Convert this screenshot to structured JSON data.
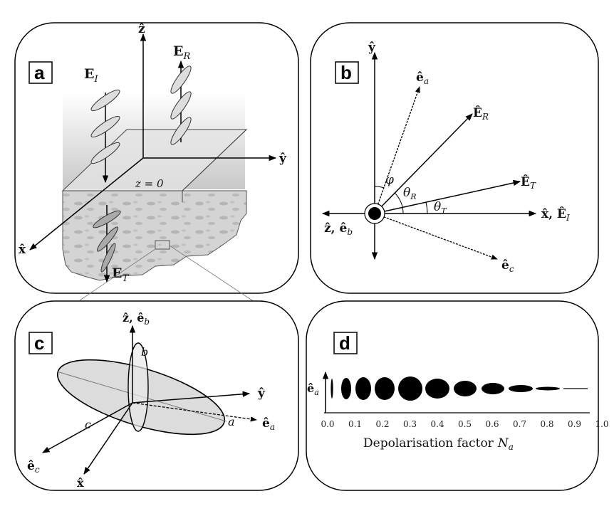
{
  "panels": {
    "a": {
      "label": "a",
      "z_axis": "ẑ",
      "y_axis": "ŷ",
      "x_axis": "x̂",
      "incident_field": "E",
      "incident_sub": "I",
      "reflected_field": "E",
      "reflected_sub": "R",
      "transmitted_field": "E",
      "transmitted_sub": "T",
      "interface_label": "z = 0"
    },
    "b": {
      "label": "b",
      "y_axis": "ŷ",
      "ea": "ê",
      "ea_sub": "a",
      "ER": "Ê",
      "ER_sub": "R",
      "ET": "Ê",
      "ET_sub": "T",
      "x_axis": "x̂, Ê",
      "x_axis_sub": "I",
      "z_axis": "ẑ, ê",
      "z_axis_sub": "b",
      "ec": "ê",
      "ec_sub": "c",
      "phi": "φ",
      "thetaR": "θ",
      "thetaR_sub": "R",
      "thetaT": "θ",
      "thetaT_sub": "T"
    },
    "c": {
      "label": "c",
      "z_axis": "ẑ, ê",
      "z_axis_sub": "b",
      "y_axis": "ŷ",
      "ea": "ê",
      "ea_sub": "a",
      "ec": "ê",
      "ec_sub": "c",
      "x_axis": "x̂",
      "semi_a": "a",
      "semi_b": "b",
      "semi_c": "c"
    },
    "d": {
      "label": "d",
      "axis_label": "ê",
      "axis_label_sub": "a",
      "xlabel": "Depolarisation factor",
      "xlabel_sym": "N",
      "xlabel_sub": "a",
      "ticks": [
        "0.0",
        "0.1",
        "0.2",
        "0.3",
        "0.4",
        "0.5",
        "0.6",
        "0.7",
        "0.8",
        "0.9",
        "1.0"
      ]
    }
  }
}
